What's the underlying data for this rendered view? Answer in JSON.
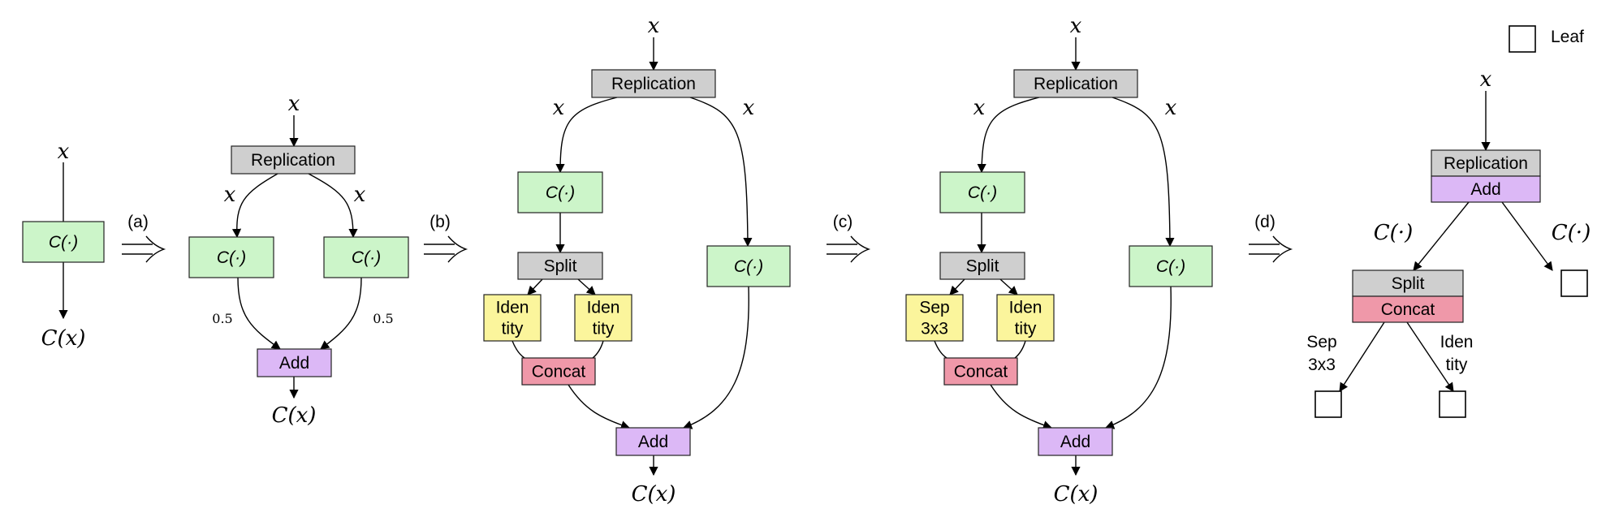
{
  "labels": {
    "x": "x",
    "C_dot": "C(·)",
    "C_x": "C(x)",
    "weight": "0.5",
    "replication": "Replication",
    "add": "Add",
    "split": "Split",
    "concat": "Concat",
    "identity_1": "Iden",
    "identity_2": "tity",
    "sep_1": "Sep",
    "sep_2": "3x3",
    "leaf": "Leaf"
  },
  "steps": [
    "(a)",
    "(b)",
    "(c)",
    "(d)"
  ],
  "colors": {
    "green": "#ccf5c9",
    "gray": "#cfcfcf",
    "purple": "#dcb8f6",
    "yellow": "#fbf59c",
    "pink": "#ef98a9",
    "edge": "#000000"
  }
}
